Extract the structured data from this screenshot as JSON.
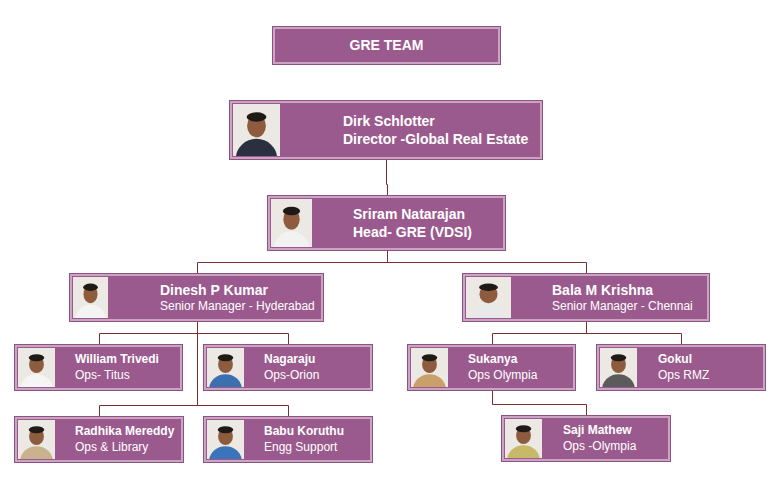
{
  "diagram": {
    "nodes": [
      {
        "text": [
          "GRE TEAM"
        ]
      },
      {
        "text": [
          "Dirk Schlotter",
          "Director -Global Real Estate"
        ]
      },
      {
        "text": [
          "Sriram Natarajan",
          "Head- GRE (VDSI)"
        ]
      },
      {
        "text": [
          "Dinesh P Kumar",
          "Senior Manager - Hyderabad"
        ]
      },
      {
        "text": [
          "Bala M Krishna",
          "Senior Manager - Chennai"
        ]
      },
      {
        "text": [
          "William Trivedi",
          "Ops- Titus"
        ]
      },
      {
        "text": [
          "Nagaraju",
          "Ops-Orion"
        ]
      },
      {
        "text": [
          "Radhika Mereddy",
          "Ops & Library"
        ]
      },
      {
        "text": [
          "Babu Koruthu",
          "Engg Support"
        ]
      },
      {
        "text": [
          "Sukanya",
          "Ops Olympia"
        ]
      },
      {
        "text": [
          "Gokul",
          "Ops RMZ"
        ]
      },
      {
        "text": [
          "Saji Mathew",
          "Ops -Olympia"
        ]
      }
    ],
    "edges": [
      {
        "from": 1,
        "to": 2,
        "arrow": "none"
      },
      {
        "from": 2,
        "to": 3,
        "arrow": "none"
      },
      {
        "from": 2,
        "to": 4,
        "arrow": "none"
      },
      {
        "from": 3,
        "to": 5,
        "arrow": "none"
      },
      {
        "from": 3,
        "to": 6,
        "arrow": "none"
      },
      {
        "from": 3,
        "to": 7,
        "arrow": "none"
      },
      {
        "from": 3,
        "to": 8,
        "arrow": "none"
      },
      {
        "from": 4,
        "to": 9,
        "arrow": "none"
      },
      {
        "from": 4,
        "to": 10,
        "arrow": "none"
      },
      {
        "from": 9,
        "to": 11,
        "arrow": "none"
      }
    ]
  }
}
